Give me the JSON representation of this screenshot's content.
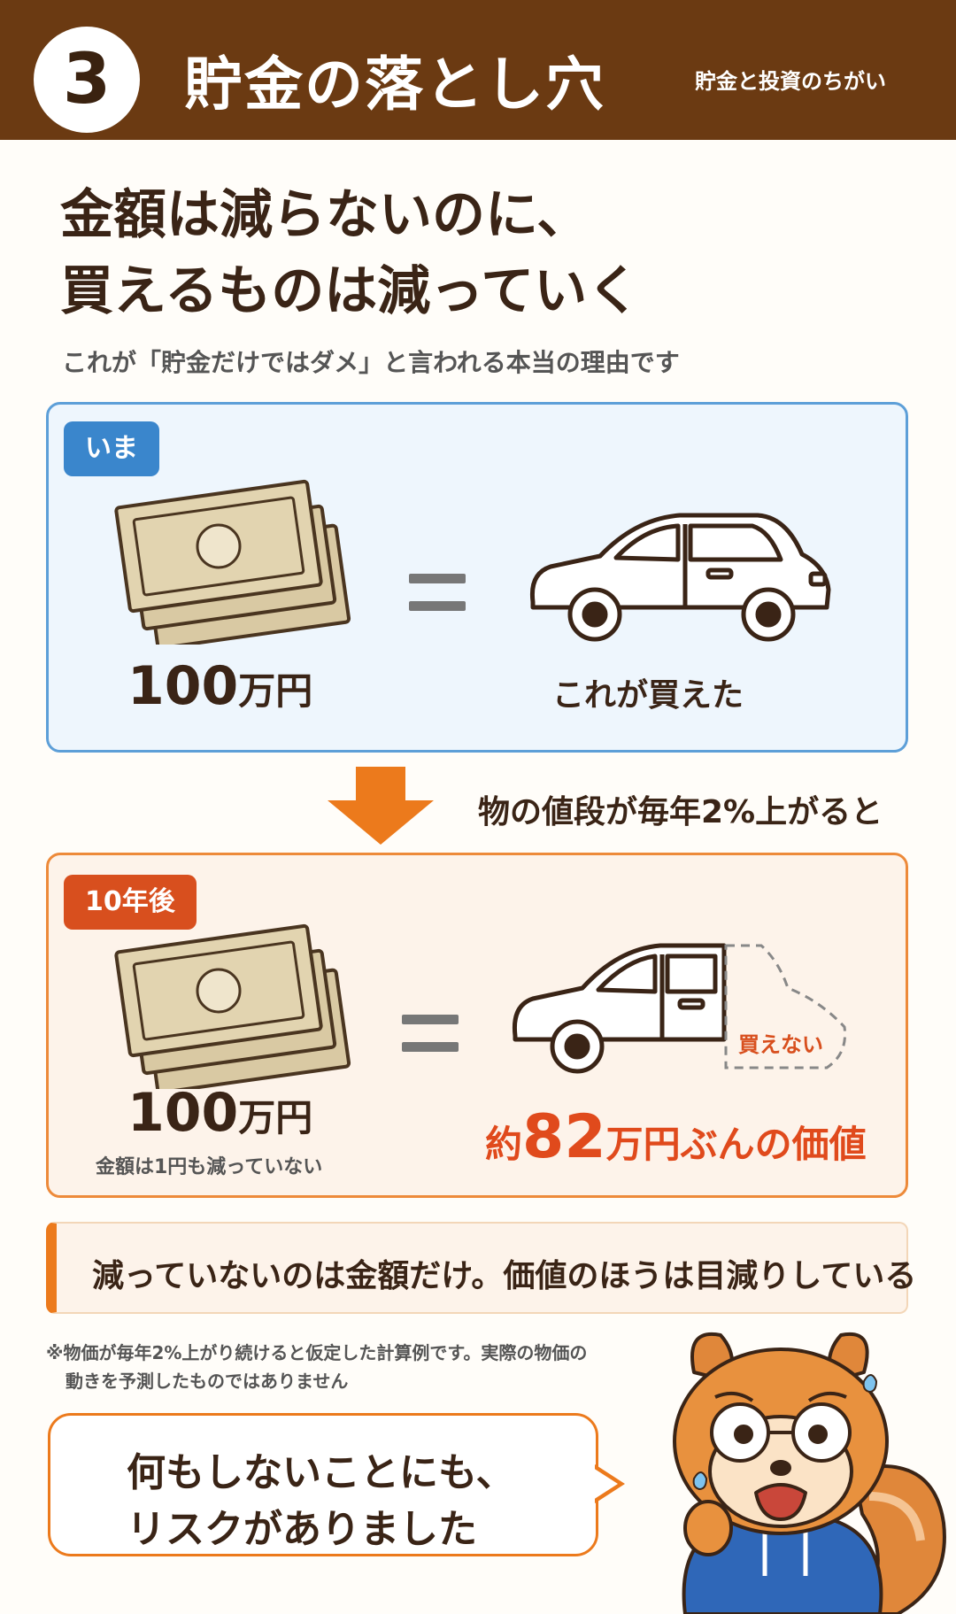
{
  "header": {
    "number": "3",
    "title": "貯金の落とし穴",
    "subtitle": "貯金と投資のちがい"
  },
  "headline": {
    "line1": "金額は減らないのに、",
    "line2": "買えるものは減っていく"
  },
  "subheadline": "これが「貯金だけではダメ」と言われる本当の理由です",
  "now_panel": {
    "tag": "いま",
    "amount_number": "100",
    "amount_unit": "万円",
    "result": "これが買えた"
  },
  "transition": {
    "label": "物の値段が毎年2%上がると"
  },
  "later_panel": {
    "tag": "10年後",
    "amount_number": "100",
    "amount_unit": "万円",
    "amount_note": "金額は1円も減っていない",
    "cannot_buy": "買えない",
    "value_prefix": "約",
    "value_number": "82",
    "value_suffix": "万円ぶんの価値"
  },
  "summary": "減っていないのは金額だけ。価値のほうは目減りしている",
  "footnote": {
    "line1": "※物価が毎年2%上がり続けると仮定した計算例です。実際の物価の",
    "line2": "動きを予測したものではありません"
  },
  "bubble": {
    "line1": "何もしないことにも、",
    "line2": "リスクがありました"
  },
  "colors": {
    "header_bg": "#6b3a12",
    "blue_accent": "#3a86cc",
    "orange_accent": "#ec7a1c",
    "red_text": "#e04a1c"
  }
}
